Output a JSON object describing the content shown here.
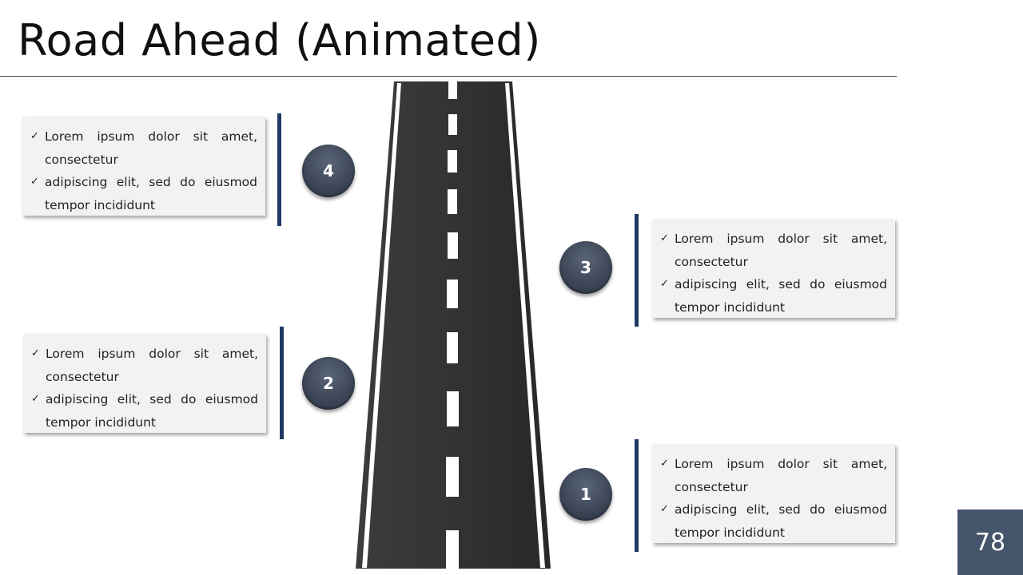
{
  "title": "Road Ahead (Animated)",
  "page_number": "78",
  "steps": [
    {
      "number": "1",
      "bullets": [
        "Lorem ipsum dolor sit amet, consectetur",
        "adipiscing elit, sed do eiusmod tempor incididunt"
      ]
    },
    {
      "number": "2",
      "bullets": [
        "Lorem ipsum dolor sit amet, consectetur",
        "adipiscing elit, sed do eiusmod tempor incididunt"
      ]
    },
    {
      "number": "3",
      "bullets": [
        "Lorem ipsum dolor sit amet, consectetur",
        "adipiscing elit, sed do eiusmod tempor incididunt"
      ]
    },
    {
      "number": "4",
      "bullets": [
        "Lorem ipsum dolor sit amet, consectetur",
        "adipiscing elit, sed do eiusmod tempor incididunt"
      ]
    }
  ],
  "bullet_icon": "check-icon",
  "colors": {
    "accent_bar": "#1f3864",
    "circle": "#3b4556",
    "road": "#2f2f2f",
    "page_box": "#44546a",
    "card_bg": "#f2f2f2"
  }
}
